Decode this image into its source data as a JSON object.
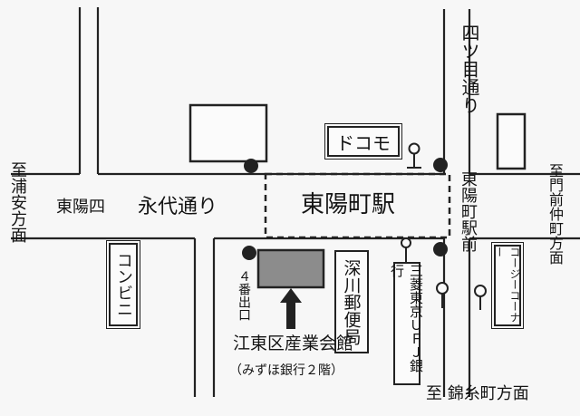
{
  "map": {
    "roads": {
      "nagai_dori": "永代通り",
      "yotsume_dori": "四ツ目通り"
    },
    "station": {
      "name": "東陽町駅",
      "name_near": "東陽町駅前"
    },
    "places": {
      "toyo4": "東陽四",
      "docomo": "ドコモ",
      "konbini": "コンビニ",
      "post_office": "深川郵便局",
      "ufj_bank": "三菱東京ＵＦＪ銀行",
      "corner": "コージーコーナー",
      "exit": "４番出口"
    },
    "target": {
      "name": "江東区産業会館",
      "sub": "（みずほ銀行２階）"
    },
    "directions": {
      "urayasu": "至浦安方面",
      "monzen": "至門前仲町方面",
      "kinshicho": "至 錦糸町方面"
    },
    "colors": {
      "line": "#222222",
      "target_fill": "#8c8c8c",
      "paper": "#f7f7f7"
    }
  }
}
